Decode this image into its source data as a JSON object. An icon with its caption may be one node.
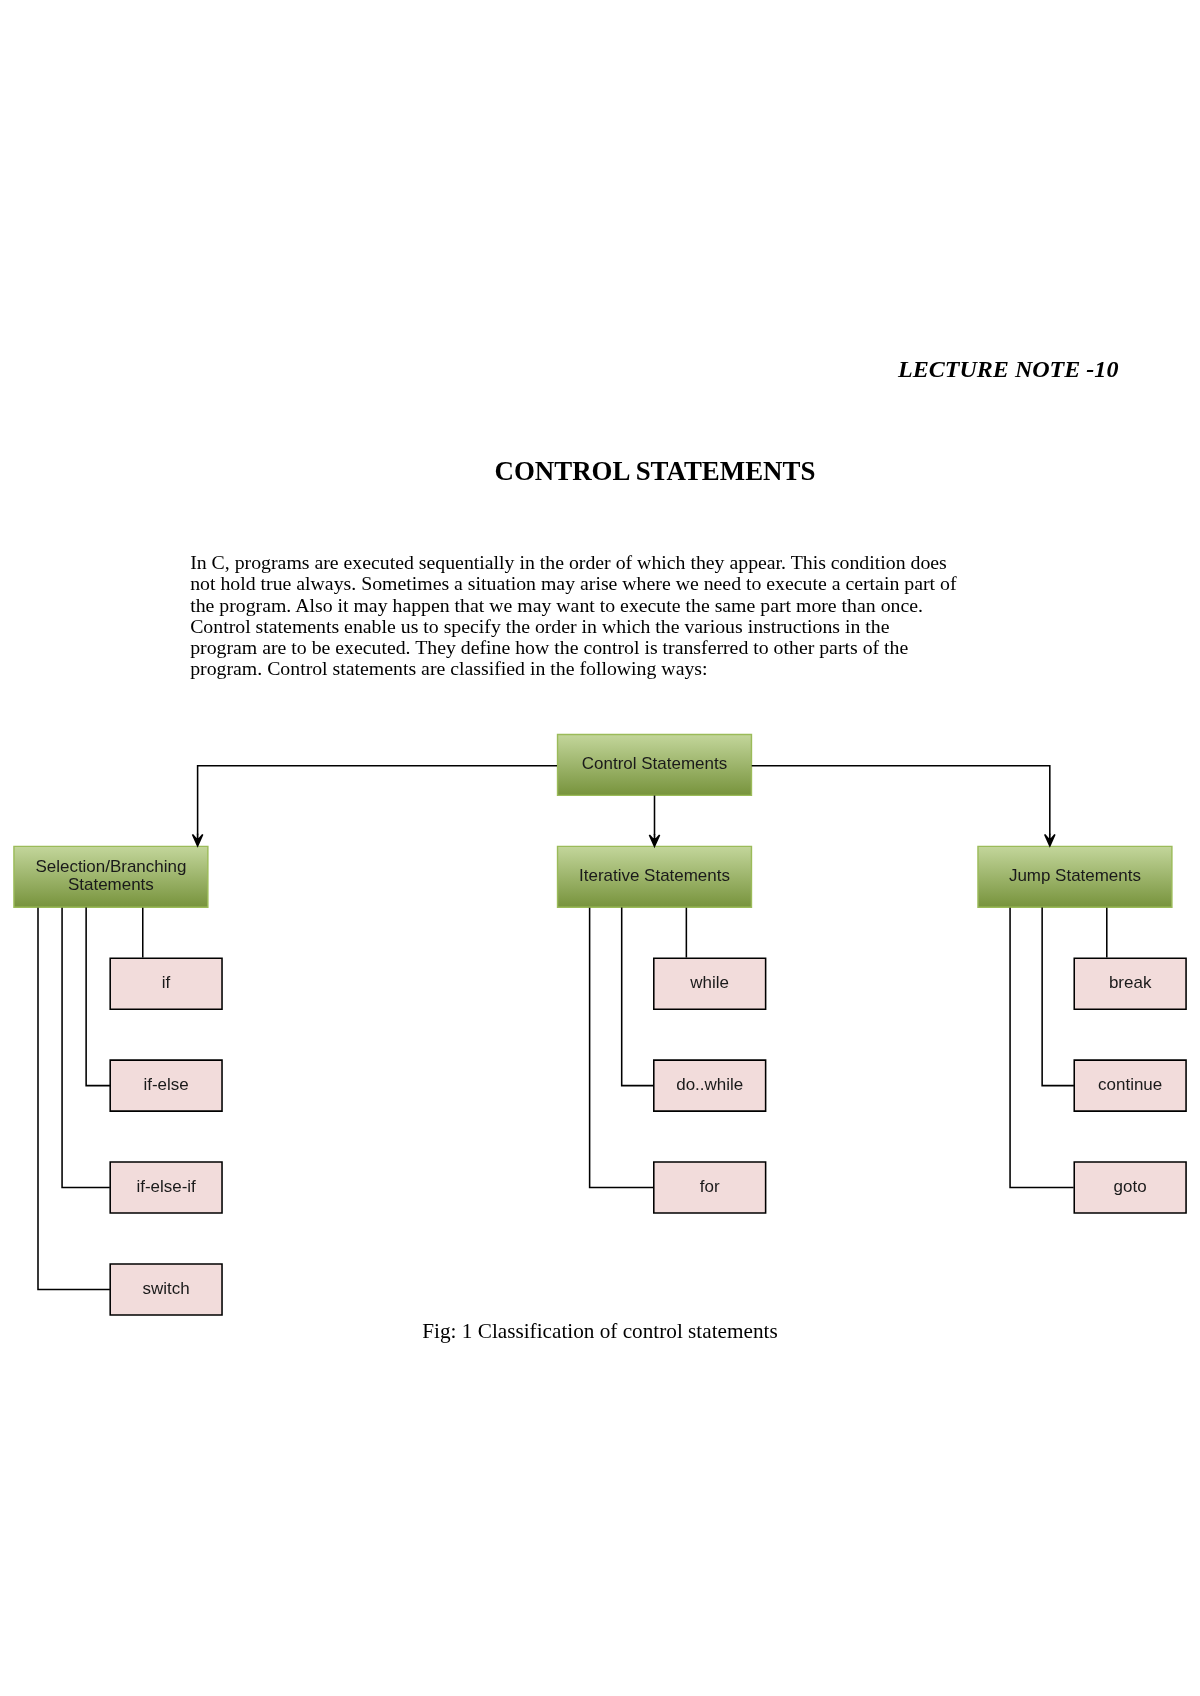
{
  "diagram": {
    "title": "CONTROL STATEMENTS",
    "caption": "Fig: 1 Classification of control statements",
    "nodes": [
      {
        "text": [
          "Control Statements"
        ]
      },
      {
        "text": [
          "Selection/Branching Statements"
        ]
      },
      {
        "text": [
          "Iterative Statements"
        ]
      },
      {
        "text": [
          "Jump Statements"
        ]
      },
      {
        "text": [
          "if"
        ]
      },
      {
        "text": [
          "if-else"
        ]
      },
      {
        "text": [
          "if-else-if"
        ]
      },
      {
        "text": [
          "switch"
        ]
      },
      {
        "text": [
          "while"
        ]
      },
      {
        "text": [
          "do..while"
        ]
      },
      {
        "text": [
          "for"
        ]
      },
      {
        "text": [
          "break"
        ]
      },
      {
        "text": [
          "continue"
        ]
      },
      {
        "text": [
          "goto"
        ]
      }
    ],
    "edges": [
      {
        "from": 0,
        "to": 1,
        "arrow": "to"
      },
      {
        "from": 0,
        "to": 2,
        "arrow": "to"
      },
      {
        "from": 0,
        "to": 3,
        "arrow": "to"
      },
      {
        "from": 1,
        "to": 4,
        "arrow": "none"
      },
      {
        "from": 1,
        "to": 5,
        "arrow": "none"
      },
      {
        "from": 1,
        "to": 6,
        "arrow": "none"
      },
      {
        "from": 1,
        "to": 7,
        "arrow": "none"
      },
      {
        "from": 2,
        "to": 8,
        "arrow": "none"
      },
      {
        "from": 2,
        "to": 9,
        "arrow": "none"
      },
      {
        "from": 2,
        "to": 10,
        "arrow": "none"
      },
      {
        "from": 3,
        "to": 11,
        "arrow": "none"
      },
      {
        "from": 3,
        "to": 12,
        "arrow": "none"
      },
      {
        "from": 3,
        "to": 13,
        "arrow": "none"
      }
    ],
    "labels": [
      "LECTURE NOTE -10",
      "In C, programs are executed sequentially in the order of which they appear. This condition does not hold true always. Sometimes a situation may arise where we need to execute a certain part of the program. Also it may happen that we may want to execute the same part more than once. Control statements enable us to specify the order in which the various instructions in the program are to be executed. They define how the control is transferred to other parts of the program. Control statements are classified in the following ways:"
    ]
  }
}
